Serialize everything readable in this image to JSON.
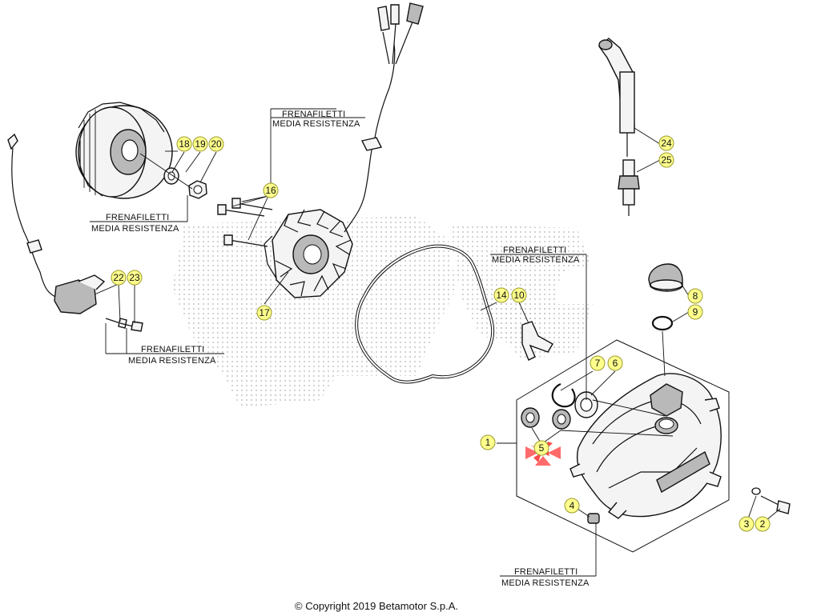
{
  "diagram": {
    "colors": {
      "callout_fill": "#ffff8c",
      "callout_stroke": "#9a9a2a",
      "watermark_dots": "#bdbdbd",
      "line": "#111111",
      "marker": "#ff4a4a"
    },
    "callouts": [
      {
        "id": "1",
        "label": "1"
      },
      {
        "id": "2",
        "label": "2"
      },
      {
        "id": "3",
        "label": "3"
      },
      {
        "id": "4",
        "label": "4"
      },
      {
        "id": "5",
        "label": "5"
      },
      {
        "id": "6",
        "label": "6"
      },
      {
        "id": "7",
        "label": "7"
      },
      {
        "id": "8",
        "label": "8"
      },
      {
        "id": "9",
        "label": "9"
      },
      {
        "id": "10",
        "label": "10"
      },
      {
        "id": "14",
        "label": "14"
      },
      {
        "id": "16",
        "label": "16"
      },
      {
        "id": "17",
        "label": "17"
      },
      {
        "id": "18",
        "label": "18"
      },
      {
        "id": "19",
        "label": "19"
      },
      {
        "id": "20",
        "label": "20"
      },
      {
        "id": "22",
        "label": "22"
      },
      {
        "id": "23",
        "label": "23"
      },
      {
        "id": "24",
        "label": "24"
      },
      {
        "id": "25",
        "label": "25"
      }
    ],
    "notes": [
      {
        "id": "note-stator",
        "line1": "FRENAFILETTI",
        "line2": "MEDIA RESISTENZA"
      },
      {
        "id": "note-flywheel",
        "line1": "FRENAFILETTI",
        "line2": "MEDIA RESISTENZA"
      },
      {
        "id": "note-pickup",
        "line1": "FRENAFILETTI",
        "line2": "MEDIA RESISTENZA"
      },
      {
        "id": "note-cover-top",
        "line1": "FRENAFILETTI",
        "line2": "MEDIA RESISTENZA"
      },
      {
        "id": "note-cover-bottom",
        "line1": "FRENAFILETTI",
        "line2": "MEDIA RESISTENZA"
      }
    ],
    "copyright": "© Copyright 2019 Betamotor S.p.A."
  }
}
